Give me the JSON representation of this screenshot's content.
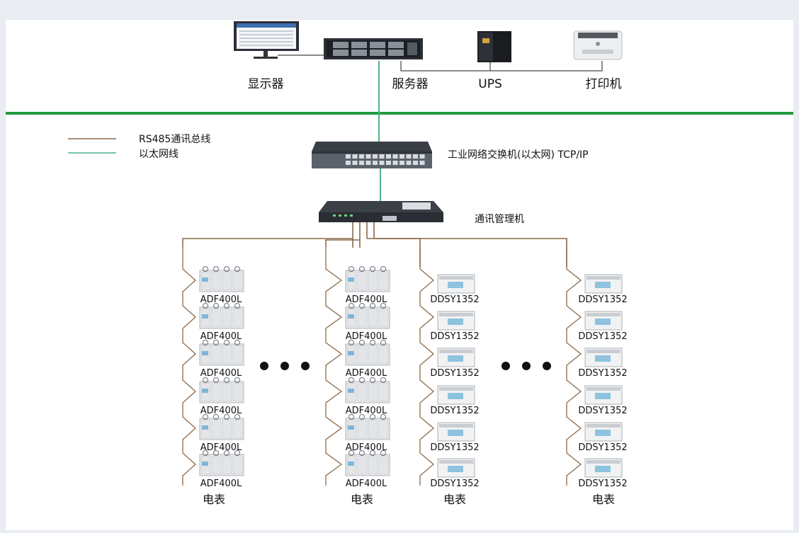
{
  "top": {
    "monitor_label": "显示器",
    "server_label": "服务器",
    "ups_label": "UPS",
    "printer_label": "打印机"
  },
  "legend": {
    "rs485": "RS485通讯总线",
    "ethernet": "以太网线"
  },
  "switch": {
    "label": "工业网络交换机(以太网) TCP/IP"
  },
  "gateway": {
    "label": "通讯管理机"
  },
  "columns": [
    {
      "device_label": "ADF400L",
      "footer": "电表"
    },
    {
      "device_label": "ADF400L",
      "footer": "电表"
    },
    {
      "device_label": "DDSY1352",
      "footer": "电表"
    },
    {
      "device_label": "DDSY1352",
      "footer": "电表"
    }
  ],
  "colors": {
    "rs485_line": "#8b6a4a",
    "ethernet_line": "#4fb488",
    "divider": "#1f9a3c",
    "device_light": "#f1f2f3",
    "device_dark": "#2b2f36"
  }
}
